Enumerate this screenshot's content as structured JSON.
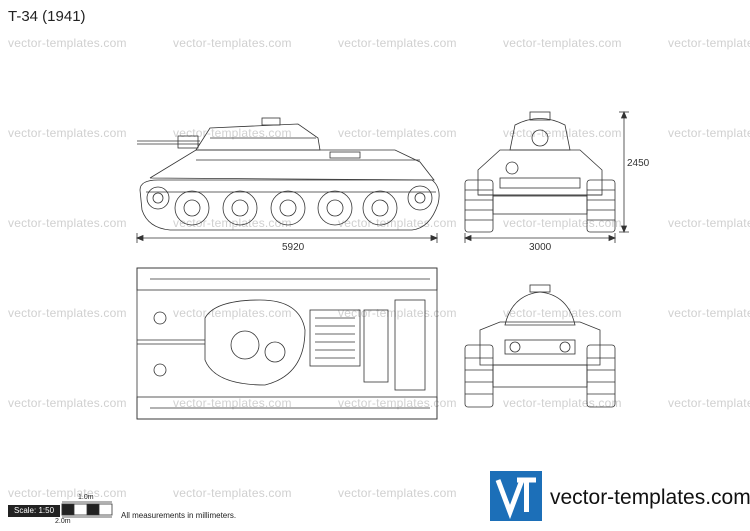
{
  "title": "T-34 (1941)",
  "watermark": "vector-templates.com",
  "dimensions": {
    "length": "5920",
    "width": "3000",
    "height": "2450"
  },
  "scale": {
    "label": "Scale: 1:50",
    "top_mark": "1.0m",
    "bottom_mark": "2.0m"
  },
  "note": "All measurements in millimeters.",
  "brand": {
    "logo_text": "VT",
    "name": "vector-templates.com",
    "color": "#1c6fb8"
  }
}
